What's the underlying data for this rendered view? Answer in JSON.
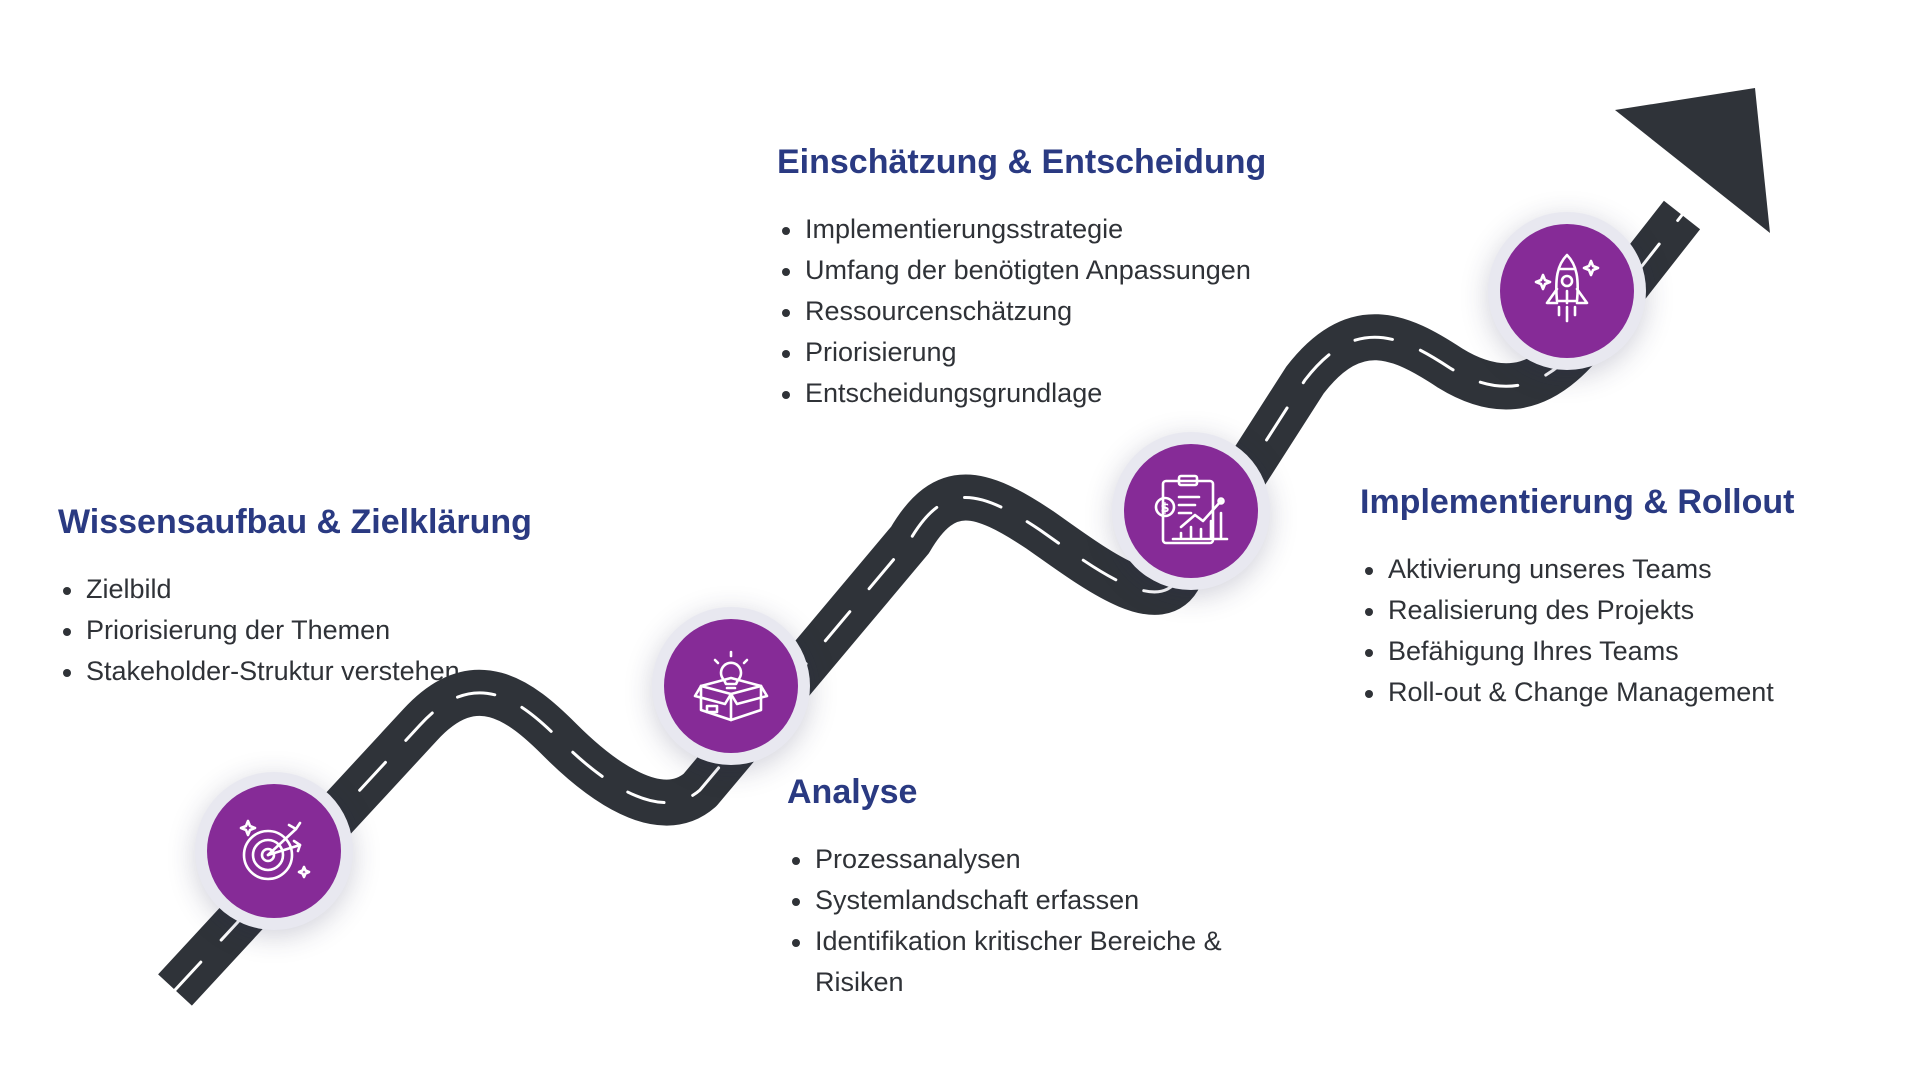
{
  "colors": {
    "road": "#2f3339",
    "road_dash": "#ffffff",
    "milestone_fill": "#862b97",
    "milestone_ring": "#e8e8f0",
    "title": "#2a3a82",
    "text": "#2f3237"
  },
  "stages": [
    {
      "title": "Wissensaufbau & Zielklärung",
      "icon": "target-icon",
      "items": [
        "Zielbild",
        "Priorisierung der Themen",
        "Stakeholder-Struktur verstehen"
      ]
    },
    {
      "title": "Analyse",
      "icon": "idea-box-icon",
      "items": [
        "Prozessanalysen",
        "Systemlandschaft erfassen",
        "Identifikation kritischer Bereiche & Risiken"
      ]
    },
    {
      "title": "Einschätzung & Entscheidung",
      "icon": "report-chart-icon",
      "items": [
        "Implementierungsstrategie",
        "Umfang der benötigten Anpassungen",
        "Ressourcenschätzung",
        "Priorisierung",
        "Entscheidungsgrundlage"
      ]
    },
    {
      "title": "Implementierung & Rollout",
      "icon": "rocket-icon",
      "items": [
        "Aktivierung unseres Teams",
        "Realisierung des Projekts",
        "Befähigung Ihres Teams",
        "Roll-out & Change Management"
      ]
    }
  ]
}
